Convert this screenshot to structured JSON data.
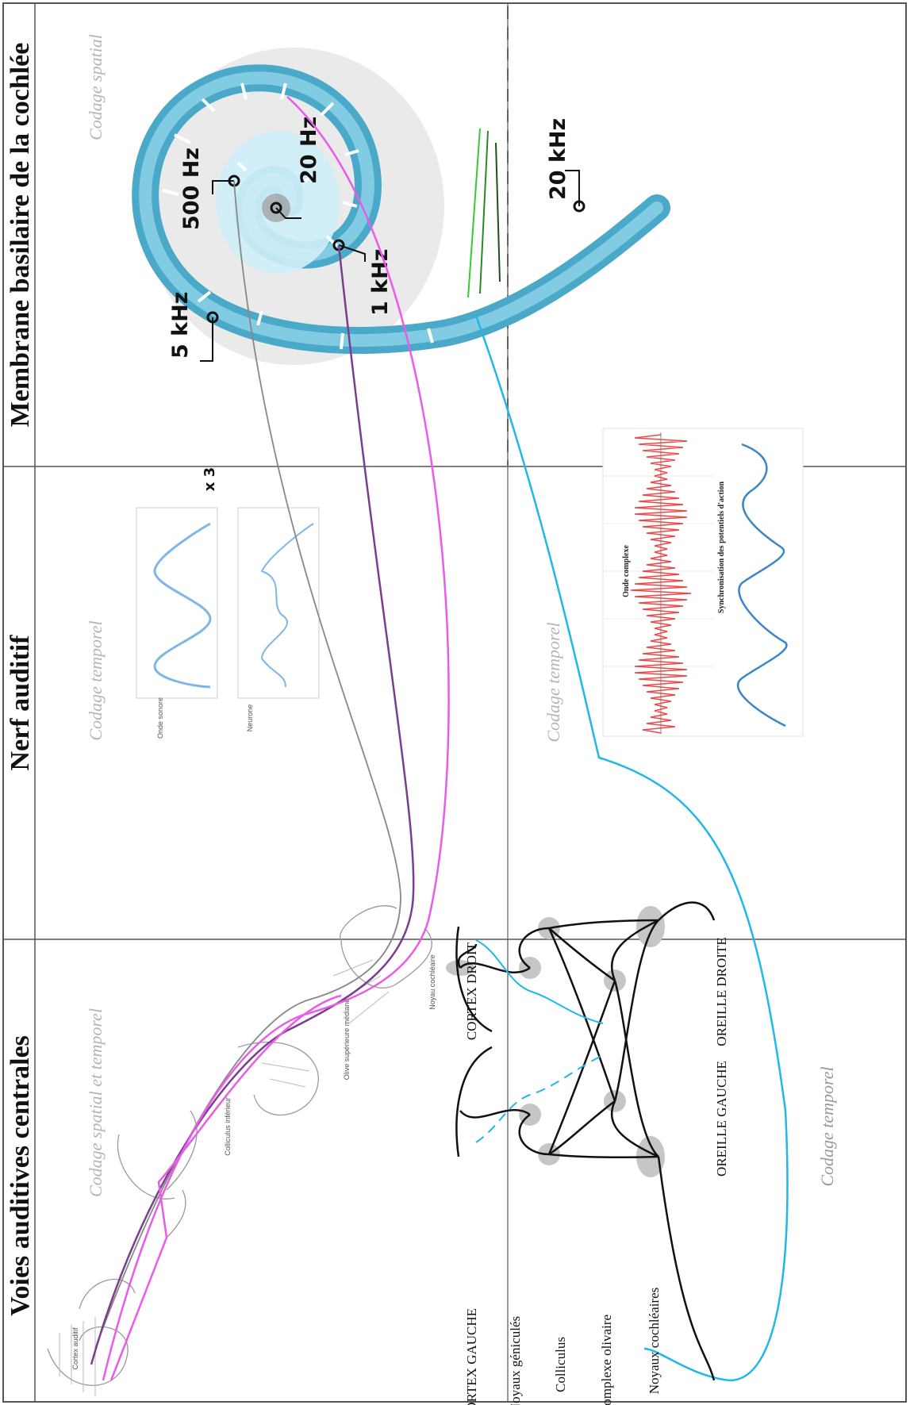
{
  "columns": {
    "left": {
      "title": "Voies auditives centrales",
      "coding_top": "Codage spatial et temporel",
      "coding_bottom": "Codage temporel"
    },
    "middle": {
      "title": "Nerf auditif",
      "coding_top": "Codage temporel",
      "coding_bottom": "Codage temporel",
      "multiplier": "x 3"
    },
    "right": {
      "title": "Membrane basilaire de la cochlée",
      "coding_top": "Codage spatial"
    }
  },
  "cochlea_frequencies": [
    "20 Hz",
    "500 Hz",
    "1 kHz",
    "5 kHz",
    "20 kHz"
  ],
  "brain_labels": {
    "auditory_cortex": "Cortex auditif",
    "inferior_colliculus": "Colliculus inférieur",
    "superior_olive": "Olive supérieure médiane",
    "cochlear_nucleus": "Noyau cochléaire"
  },
  "nerve_graph_labels": {
    "sound_wave": "Onde sonore",
    "neuron": "Neurone"
  },
  "wave_panel": {
    "complex_wave": "Onde complexe",
    "sync": "Synchronisation des potentiels d'action"
  },
  "pathway": {
    "cortex_left": "CORTEX GAUCHE",
    "cortex_right": "CORTEX DROIT",
    "geniculate": "Noyaux géniculés",
    "colliculus": "Colliculus",
    "olivary": "Complexe olivaire",
    "cochlear_nuclei": "Noyaux cochléaires",
    "ear_left": "OREILLE GAUCHE",
    "ear_right": "OREILLE DROITE"
  },
  "colors": {
    "cochlea_fill": "#5cb8d6",
    "cochlea_inner": "#cfeef7",
    "magenta": "#e85ce8",
    "purple": "#7a3f8c",
    "cyan": "#1fb8e8",
    "grey_path": "#8a8a8a",
    "wave_red": "#e84a4a",
    "wave_blue": "#3a86c8"
  }
}
